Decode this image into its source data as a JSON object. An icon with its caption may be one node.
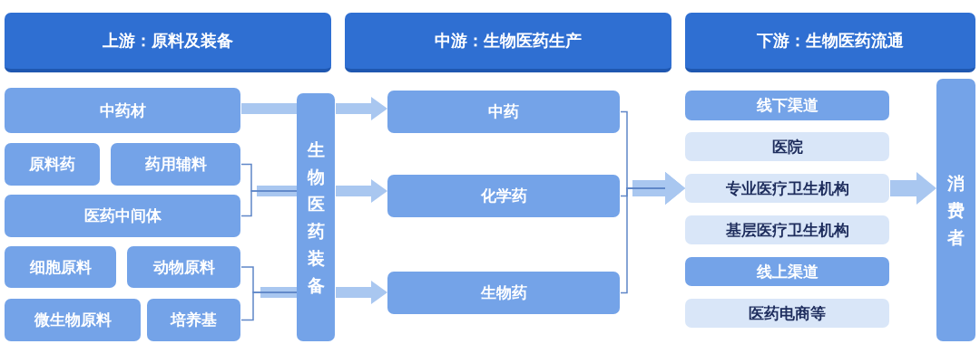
{
  "diagram": {
    "nodes": [
      {
        "text": [
          "上游：原料及装备"
        ]
      },
      {
        "text": [
          "中游：生物医药生产"
        ]
      },
      {
        "text": [
          "下游：生物医药流通"
        ]
      },
      {
        "text": [
          "中药材"
        ]
      },
      {
        "text": [
          "原料药"
        ]
      },
      {
        "text": [
          "药用辅料"
        ]
      },
      {
        "text": [
          "医药中间体"
        ]
      },
      {
        "text": [
          "细胞原料"
        ]
      },
      {
        "text": [
          "动物原料"
        ]
      },
      {
        "text": [
          "微生物原料"
        ]
      },
      {
        "text": [
          "培养基"
        ]
      },
      {
        "text": [
          "生物医药装备"
        ]
      },
      {
        "text": [
          "中药"
        ]
      },
      {
        "text": [
          "化学药"
        ]
      },
      {
        "text": [
          "生物药"
        ]
      },
      {
        "text": [
          "线下渠道"
        ]
      },
      {
        "text": [
          "医院"
        ]
      },
      {
        "text": [
          "专业医疗卫生机构"
        ]
      },
      {
        "text": [
          "基层医疗卫生机构"
        ]
      },
      {
        "text": [
          "线上渠道"
        ]
      },
      {
        "text": [
          "医药电商等"
        ]
      },
      {
        "text": [
          "消费者"
        ]
      }
    ],
    "edges": [
      {
        "from": 3,
        "to": 11,
        "arrow": "none",
        "style": "thick"
      },
      {
        "from": 11,
        "to": 12,
        "arrow": "to",
        "style": "thick"
      },
      {
        "from": 5,
        "to": 11,
        "arrow": "none"
      },
      {
        "from": 6,
        "to": 11,
        "arrow": "none"
      },
      {
        "from": 11,
        "to": 13,
        "arrow": "to",
        "style": "thick"
      },
      {
        "from": 8,
        "to": 11,
        "arrow": "none"
      },
      {
        "from": 10,
        "to": 11,
        "arrow": "none"
      },
      {
        "from": 11,
        "to": 14,
        "arrow": "to",
        "style": "thick"
      },
      {
        "from": 12,
        "to": 17,
        "arrow": "to"
      },
      {
        "from": 13,
        "to": 17,
        "arrow": "to"
      },
      {
        "from": 14,
        "to": 17,
        "arrow": "to"
      },
      {
        "from": 17,
        "to": 21,
        "arrow": "to",
        "style": "thick"
      }
    ]
  }
}
